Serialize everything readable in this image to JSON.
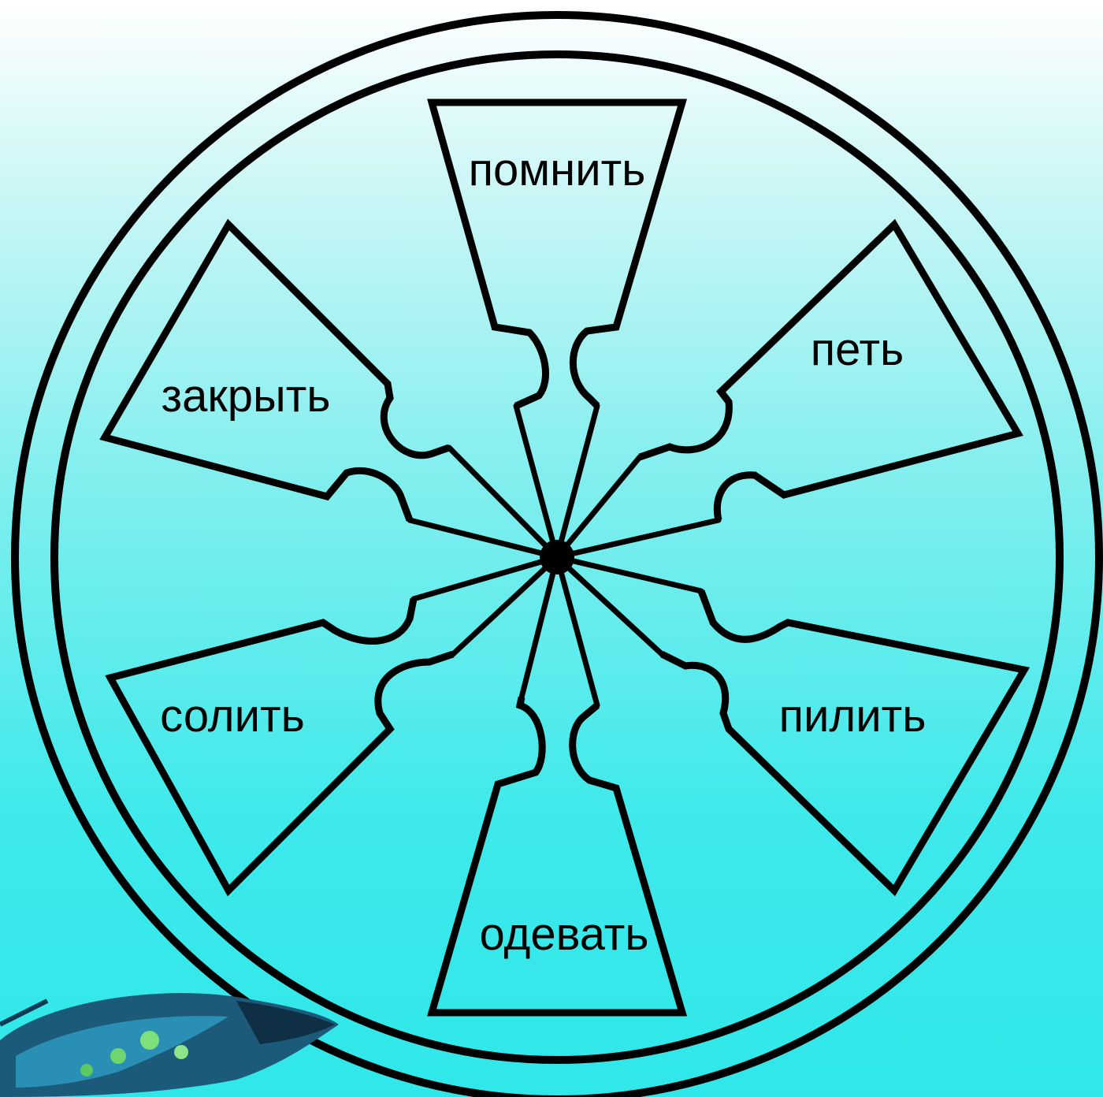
{
  "wheel": {
    "words": [
      {
        "id": "top",
        "text": "помнить"
      },
      {
        "id": "upper_right",
        "text": "петь"
      },
      {
        "id": "upper_left",
        "text": "закрыть"
      },
      {
        "id": "lower_left",
        "text": "солить"
      },
      {
        "id": "lower_right",
        "text": "пилить"
      },
      {
        "id": "bottom",
        "text": "одевать"
      }
    ]
  },
  "colors": {
    "background_top": "#ffffff",
    "background_bottom": "#2fe7e9",
    "line": "#000000"
  }
}
